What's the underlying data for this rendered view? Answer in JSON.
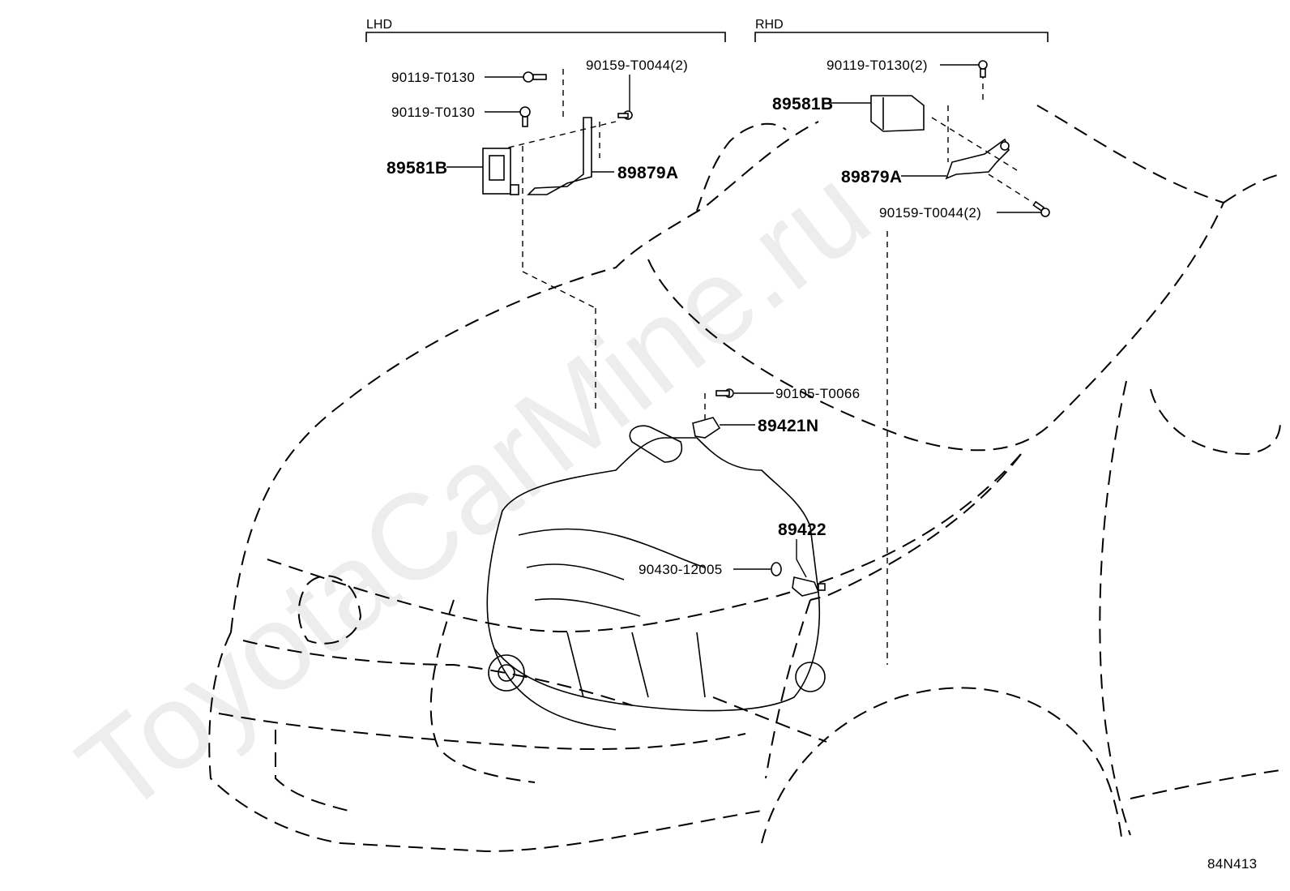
{
  "sections": {
    "lhd": "LHD",
    "rhd": "RHD"
  },
  "lhd_labels": {
    "bolt_a": "90119-T0130",
    "bolt_b": "90119-T0130",
    "screw": "90159-T0044(2)",
    "module": "89581B",
    "bracket": "89879A"
  },
  "rhd_labels": {
    "bolt": "90119-T0130(2)",
    "module": "89581B",
    "bracket": "89879A",
    "screw": "90159-T0044(2)"
  },
  "engine_labels": {
    "bolt": "90105-T0066",
    "sensor_upper": "89421N",
    "sensor_lower": "89422",
    "gasket": "90430-12005"
  },
  "watermark": "ToyotaCarMine.ru",
  "figure_code": "84N413"
}
